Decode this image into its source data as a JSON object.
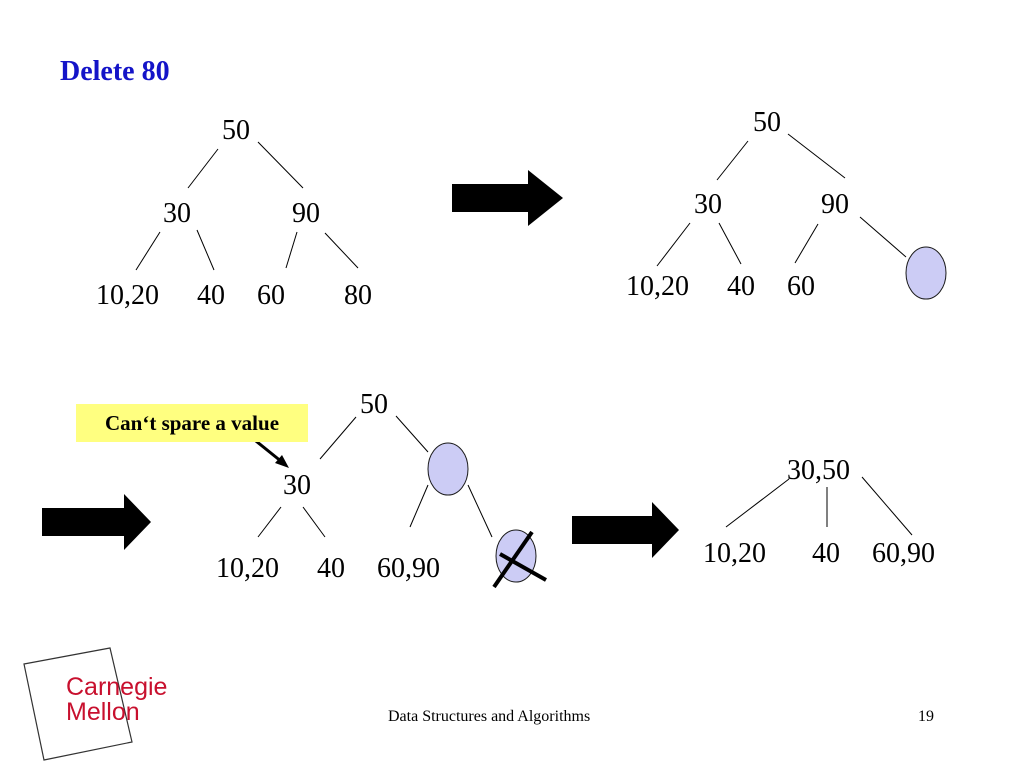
{
  "title": "Delete 80",
  "callout": "Can‘t spare a value",
  "footer": {
    "course": "Data Structures and Algorithms",
    "page": "19"
  },
  "logo": {
    "line1": "Carnegie",
    "line2": "Mellon",
    "color": "#c8102e"
  },
  "colors": {
    "title": "#1414c8",
    "empty_node_fill": "#ccccf5",
    "empty_node_stroke": "#1a1a1a",
    "callout_bg": "#ffff80"
  },
  "trees": {
    "t1": {
      "root": "50",
      "left": "30",
      "right": "90",
      "ll": "10,20",
      "lr": "40",
      "rl": "60",
      "rr": "80"
    },
    "t2": {
      "root": "50",
      "left": "30",
      "right": "90",
      "ll": "10,20",
      "lr": "40",
      "rl": "60"
    },
    "t3": {
      "root": "50",
      "left": "30",
      "ll": "10,20",
      "lr": "40",
      "rl": "60,90"
    },
    "t4": {
      "root": "30,50",
      "c1": "10,20",
      "c2": "40",
      "c3": "60,90"
    }
  }
}
